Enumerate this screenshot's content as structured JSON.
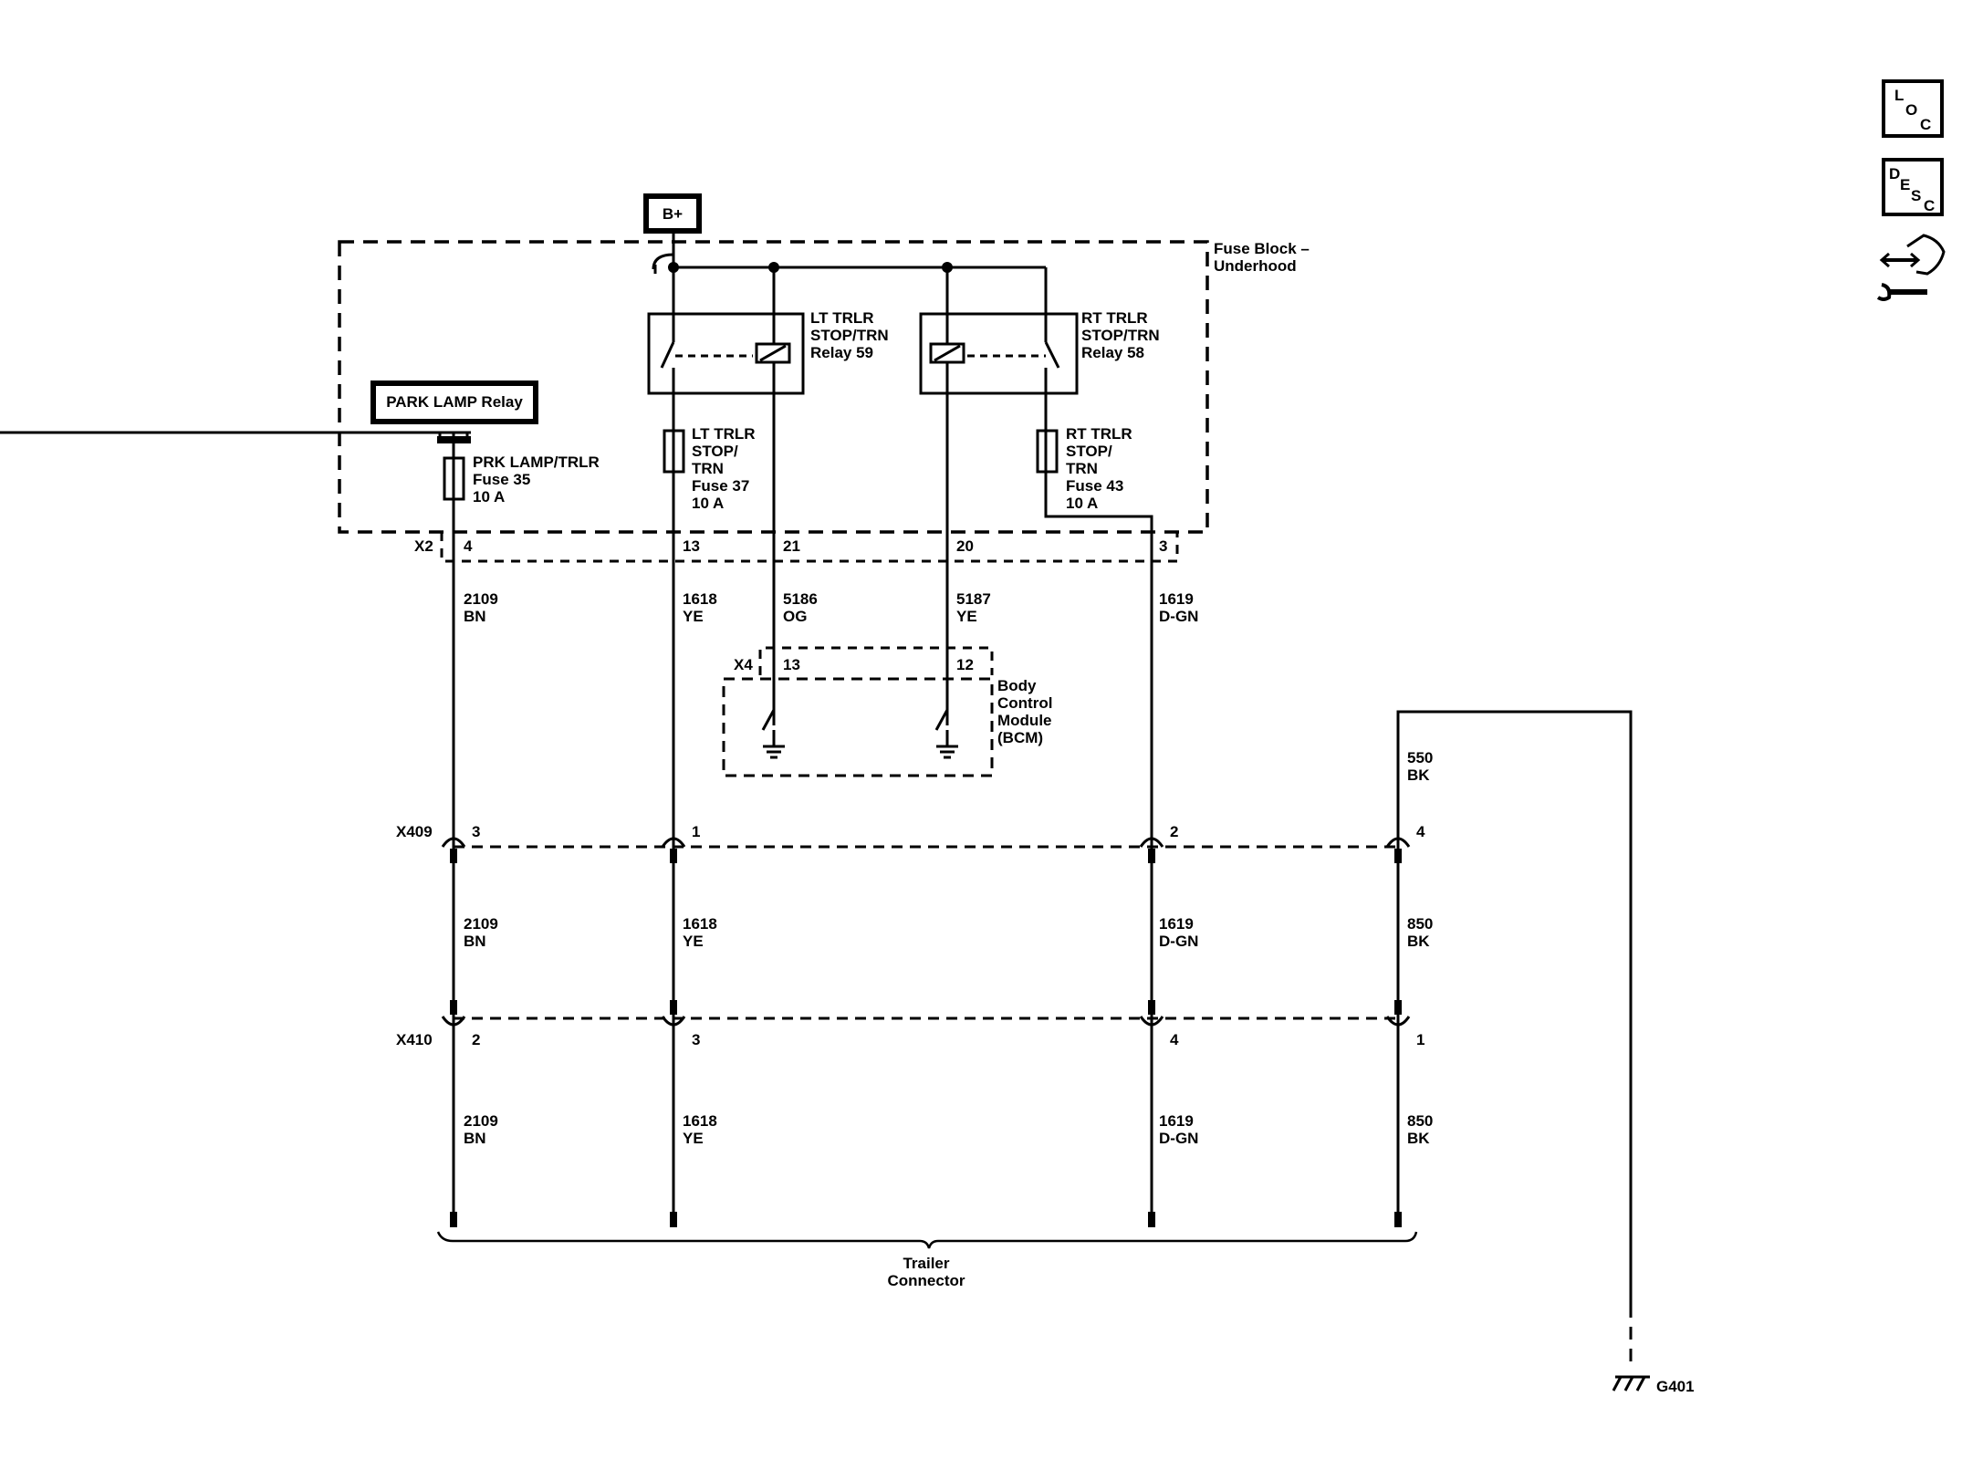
{
  "supply": {
    "label": "B+"
  },
  "fuse_block": {
    "line1": "Fuse Block –",
    "line2": "Underhood"
  },
  "park_lamp_relay": {
    "label": "PARK LAMP Relay"
  },
  "relay_lt": {
    "line1": "LT TRLR",
    "line2": "STOP/TRN",
    "line3": "Relay 59"
  },
  "relay_rt": {
    "line1": "RT TRLR",
    "line2": "STOP/TRN",
    "line3": "Relay 58"
  },
  "fuse_prk": {
    "line1": "PRK LAMP/TRLR",
    "line2": "Fuse 35",
    "line3": "10 A"
  },
  "fuse_lt": {
    "line1": "LT TRLR",
    "line2": "STOP/",
    "line3": "TRN",
    "line4": "Fuse 37",
    "line5": "10 A"
  },
  "fuse_rt": {
    "line1": "RT TRLR",
    "line2": "STOP/",
    "line3": "TRN",
    "line4": "Fuse 43",
    "line5": "10 A"
  },
  "connectors": {
    "x2": {
      "name": "X2",
      "pins": [
        "4",
        "13",
        "21",
        "20",
        "3"
      ]
    },
    "x4": {
      "name": "X4",
      "pins": [
        "13",
        "12"
      ]
    },
    "x409": {
      "name": "X409",
      "pins": [
        "3",
        "1",
        "2",
        "4"
      ]
    },
    "x410": {
      "name": "X410",
      "pins": [
        "2",
        "3",
        "4",
        "1"
      ]
    }
  },
  "bcm": {
    "line1": "Body",
    "line2": "Control",
    "line3": "Module",
    "line4": "(BCM)"
  },
  "wires": {
    "w2109": {
      "circuit": "2109",
      "color": "BN"
    },
    "w1618": {
      "circuit": "1618",
      "color": "YE"
    },
    "w5186": {
      "circuit": "5186",
      "color": "OG"
    },
    "w5187": {
      "circuit": "5187",
      "color": "YE"
    },
    "w1619": {
      "circuit": "1619",
      "color": "D-GN"
    },
    "w550": {
      "circuit": "550",
      "color": "BK"
    },
    "w850": {
      "circuit": "850",
      "color": "BK"
    }
  },
  "trailer_connector": {
    "line1": "Trailer",
    "line2": "Connector"
  },
  "ground": {
    "label": "G401"
  },
  "side_icons": {
    "loc": {
      "l1": "L",
      "l2": "O",
      "l3": "C"
    },
    "desc": {
      "l1": "D",
      "l2": "E",
      "l3": "S",
      "l4": "C"
    },
    "connector_tool": "connector-repair-icon"
  }
}
